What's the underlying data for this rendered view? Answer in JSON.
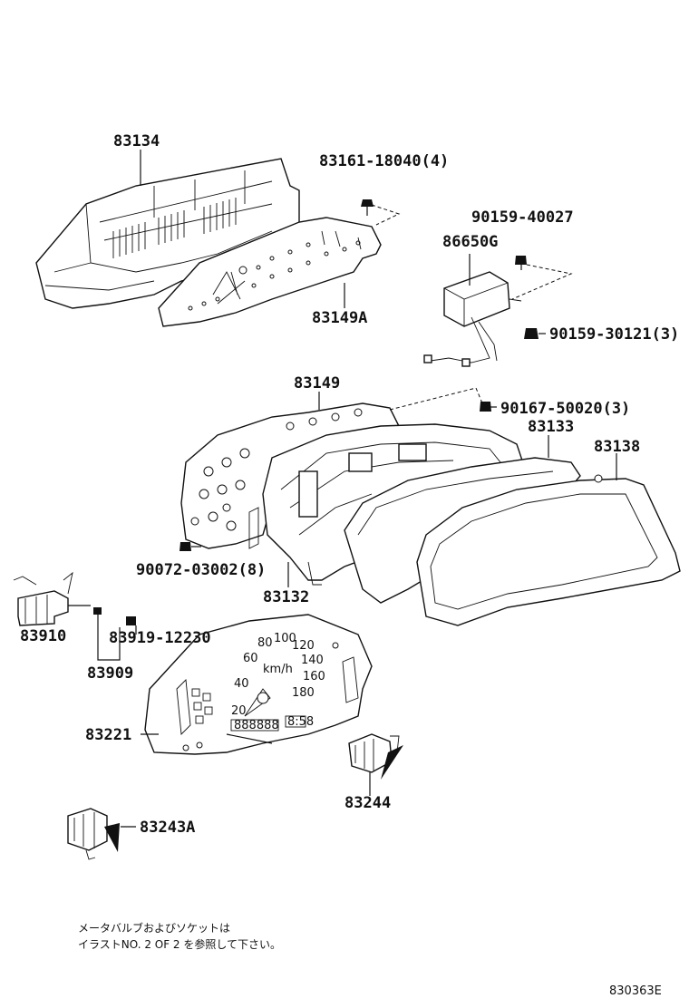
{
  "labels": {
    "p83134": "83134",
    "p83161": "83161-18040(4)",
    "p90159a": "90159-40027",
    "p86650g": "86650G",
    "p83149a": "83149A",
    "p90159b": "90159-30121(3)",
    "p83149": "83149",
    "p90167": "90167-50020(3)",
    "p83133": "83133",
    "p83138": "83138",
    "p90072": "90072-03002(8)",
    "p83132": "83132",
    "p83910": "83910",
    "p83919": "83919-12230",
    "p83909": "83909",
    "p83221": "83221",
    "p83244": "83244",
    "p83243a": "83243A"
  },
  "note": {
    "line1": "メータバルブおよびソケットは",
    "line2": "イラストNO. 2 OF 2 を参照して下さい。"
  },
  "figure_code": "830363E",
  "gauge_text": {
    "ticks": [
      "20",
      "40",
      "60",
      "80",
      "100",
      "120",
      "140",
      "160",
      "180"
    ],
    "unit": "km/h",
    "odometer": "888888",
    "trip": "8:58"
  },
  "icons": {
    "screw": "screw-icon",
    "bulb_socket": "bulb-socket-icon",
    "connector": "connector-icon"
  }
}
